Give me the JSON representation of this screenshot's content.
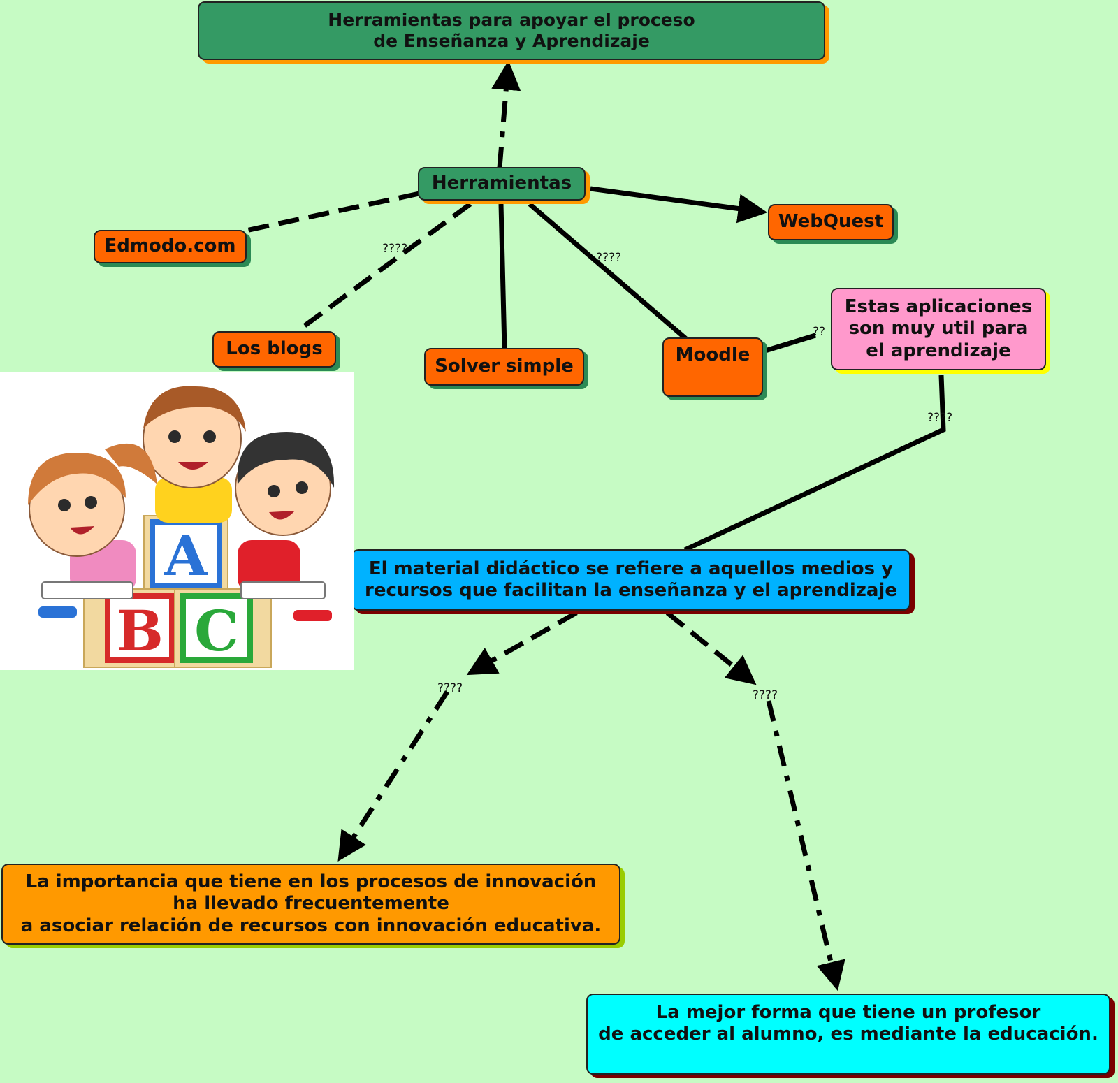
{
  "nodes": {
    "title": "Herramientas para apoyar el proceso\nde Enseñanza y Aprendizaje",
    "herramientas": "Herramientas",
    "webquest": "WebQuest",
    "edmodo": "Edmodo.com",
    "blogs": "Los blogs",
    "solver": "Solver simple",
    "moodle": "Moodle",
    "aplicaciones": "Estas aplicaciones\nson muy util para\nel aprendizaje",
    "material": "El material didáctico se refiere a aquellos medios y\nrecursos que facilitan la enseñanza y el aprendizaje",
    "importancia": "La importancia que tiene en los procesos de innovación\nha llevado frecuentemente\na asociar relación de recursos con innovación educativa.",
    "mejor_forma": "La mejor forma que tiene un profesor\nde acceder al alumno, es mediante la educación."
  },
  "link_labels": {
    "blogs": "????",
    "moodle": "????",
    "aplicaciones_moodle": "??",
    "aplicaciones_material": "????",
    "importancia": "????",
    "mejor_forma": "????"
  },
  "illustration": {
    "blocks": [
      "A",
      "B",
      "C"
    ]
  },
  "colors": {
    "background": "#c6fbc4",
    "dark_green": "#349a64",
    "orange_node": "#ff6600",
    "pink_node": "#ff99cc",
    "blue_node": "#00b2ff",
    "amber_node": "#ff9900",
    "cyan_node": "#00ffff",
    "yellow_shadow": "#ffff00",
    "orange_shadow": "#ff9900",
    "green_shadow": "#2b8a55",
    "dark_red_shadow": "#7a0000",
    "lime_shadow": "#99cc00"
  }
}
